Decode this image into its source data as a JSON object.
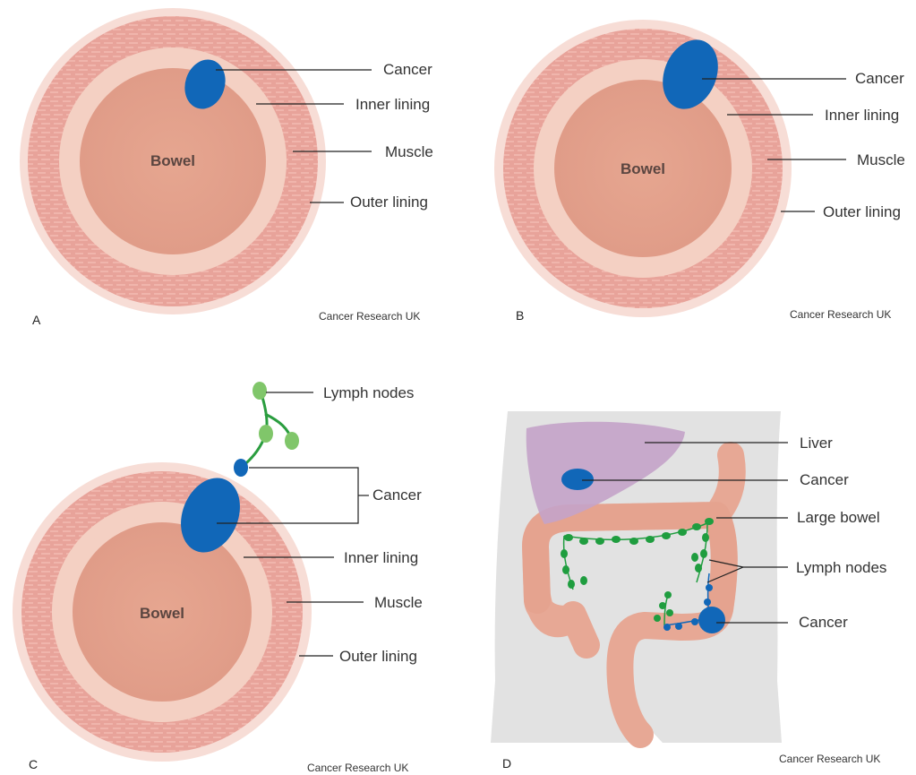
{
  "credit": "Cancer Research UK",
  "colors": {
    "outer_ring": "#f7ddd6",
    "muscle": "#e8a39a",
    "inner_lining": "#f4d0c3",
    "bowel": "#e7a895",
    "cancer": "#1167b8",
    "lymph_light": "#80c66a",
    "lymph_dark": "#1f9d3f",
    "liver": "#c4a3c9",
    "body": "#e2e2e2"
  },
  "panel_a": {
    "letter": "A",
    "center": "Bowel",
    "labels": {
      "cancer": "Cancer",
      "inner": "Inner lining",
      "muscle": "Muscle",
      "outer": "Outer lining"
    }
  },
  "panel_b": {
    "letter": "B",
    "center": "Bowel",
    "labels": {
      "cancer": "Cancer",
      "inner": "Inner lining",
      "muscle": "Muscle",
      "outer": "Outer lining"
    }
  },
  "panel_c": {
    "letter": "C",
    "center": "Bowel",
    "labels": {
      "lymph": "Lymph nodes",
      "cancer": "Cancer",
      "inner": "Inner lining",
      "muscle": "Muscle",
      "outer": "Outer lining"
    }
  },
  "panel_d": {
    "letter": "D",
    "labels": {
      "liver": "Liver",
      "cancer_liver": "Cancer",
      "large_bowel": "Large bowel",
      "lymph": "Lymph nodes",
      "cancer_bowel": "Cancer"
    }
  }
}
